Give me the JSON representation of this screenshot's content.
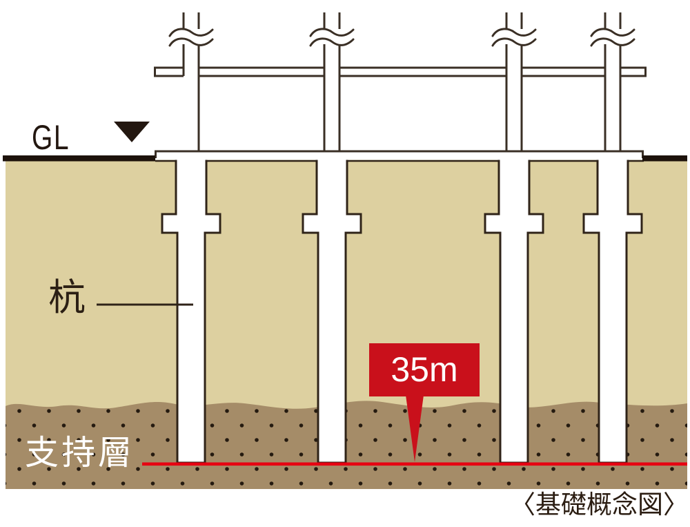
{
  "figure": {
    "caption": "〈基礎概念図〉",
    "labels": {
      "ground_level": "GL",
      "pile": "杭",
      "bearing_stratum": "支持層",
      "pile_tip_depth": "35m"
    },
    "colors": {
      "soil_upper": "#ddd0a0",
      "soil_bearing": "#a58c68",
      "soil_dot": "#241a10",
      "outline": "#3a2f25",
      "ground_surface": "#1d120b",
      "callout_red": "#c9101b",
      "bearing_line_red": "#e60012"
    },
    "structure": {
      "column_count": 4,
      "pile_count": 4
    }
  }
}
